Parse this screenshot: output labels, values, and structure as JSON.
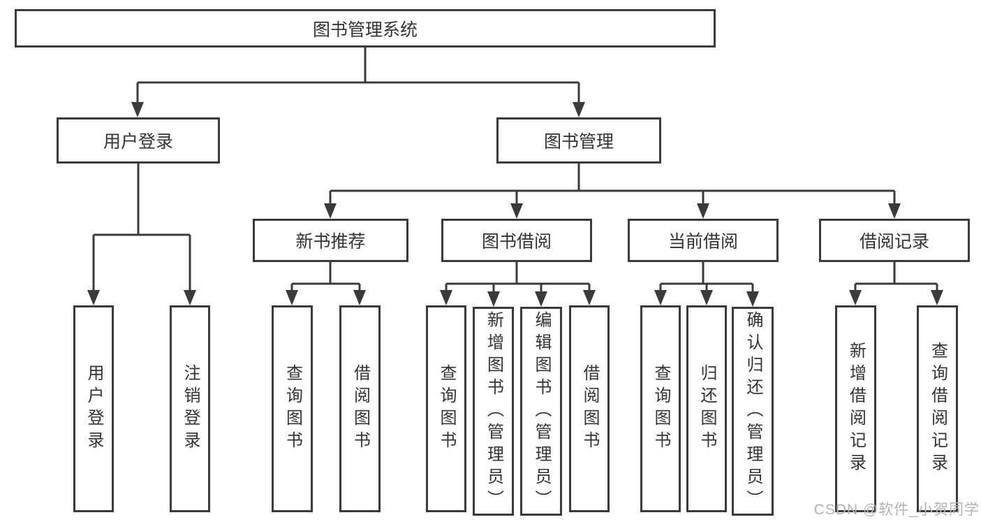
{
  "diagram": {
    "root": {
      "label": "图书管理系统"
    },
    "user_login": {
      "label": "用户登录",
      "children": [
        "用户登录",
        "注销登录"
      ]
    },
    "book_mgmt": {
      "label": "图书管理",
      "children": [
        {
          "label": "新书推荐",
          "children": [
            "查询图书",
            "借阅图书"
          ]
        },
        {
          "label": "图书借阅",
          "children": [
            "查询图书",
            "新增图书（管理员）",
            "编辑图书（管理员）",
            "借阅图书"
          ]
        },
        {
          "label": "当前借阅",
          "children": [
            "查询图书",
            "归还图书",
            "确认归还（管理员）"
          ]
        },
        {
          "label": "借阅记录",
          "children": [
            "新增借阅记录",
            "查询借阅记录"
          ]
        }
      ]
    },
    "watermark": "CSDN @软件_小贺同学"
  },
  "colors": {
    "line": "#3a3a3a",
    "text": "#333333",
    "watermark": "#b3b3b3",
    "bg": "#ffffff"
  }
}
